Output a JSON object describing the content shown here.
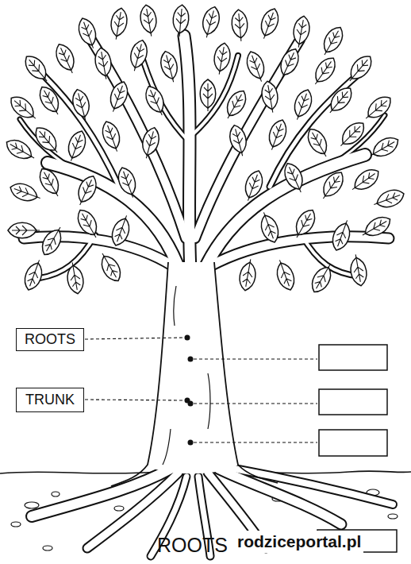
{
  "diagram": {
    "nodes": [
      {
        "text": [
          "ROOTS"
        ]
      },
      {
        "text": [
          "TRUNK"
        ]
      }
    ],
    "labels": [
      "ROOTS",
      "rodziceportal.pl"
    ]
  }
}
